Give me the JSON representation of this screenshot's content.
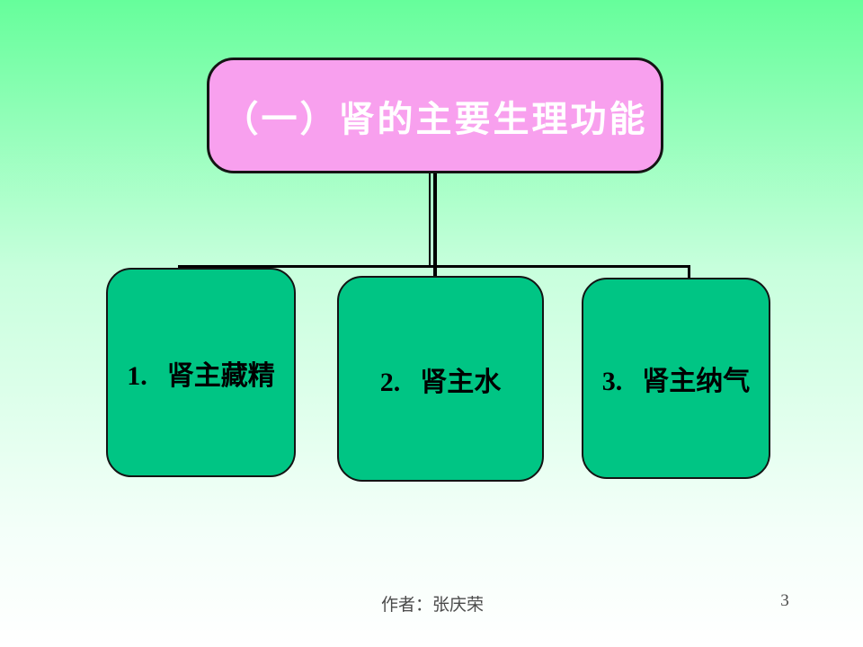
{
  "slide": {
    "title": "（一）肾的主要生理功能",
    "nodes": [
      {
        "num": "1.",
        "label": "肾主藏精"
      },
      {
        "num": "2.",
        "label": "肾主水"
      },
      {
        "num": "3.",
        "label": "肾主纳气"
      }
    ],
    "footer": {
      "author": "作者：张庆荣",
      "page_number": "3"
    },
    "colors": {
      "background_top": "#66fe9b",
      "background_bottom": "#ffffff",
      "title_box_fill": "#f8a0ee",
      "node_box_fill": "#00c584",
      "connector_line": "#000000",
      "title_text": "#ffffff",
      "node_text": "#000000"
    }
  }
}
